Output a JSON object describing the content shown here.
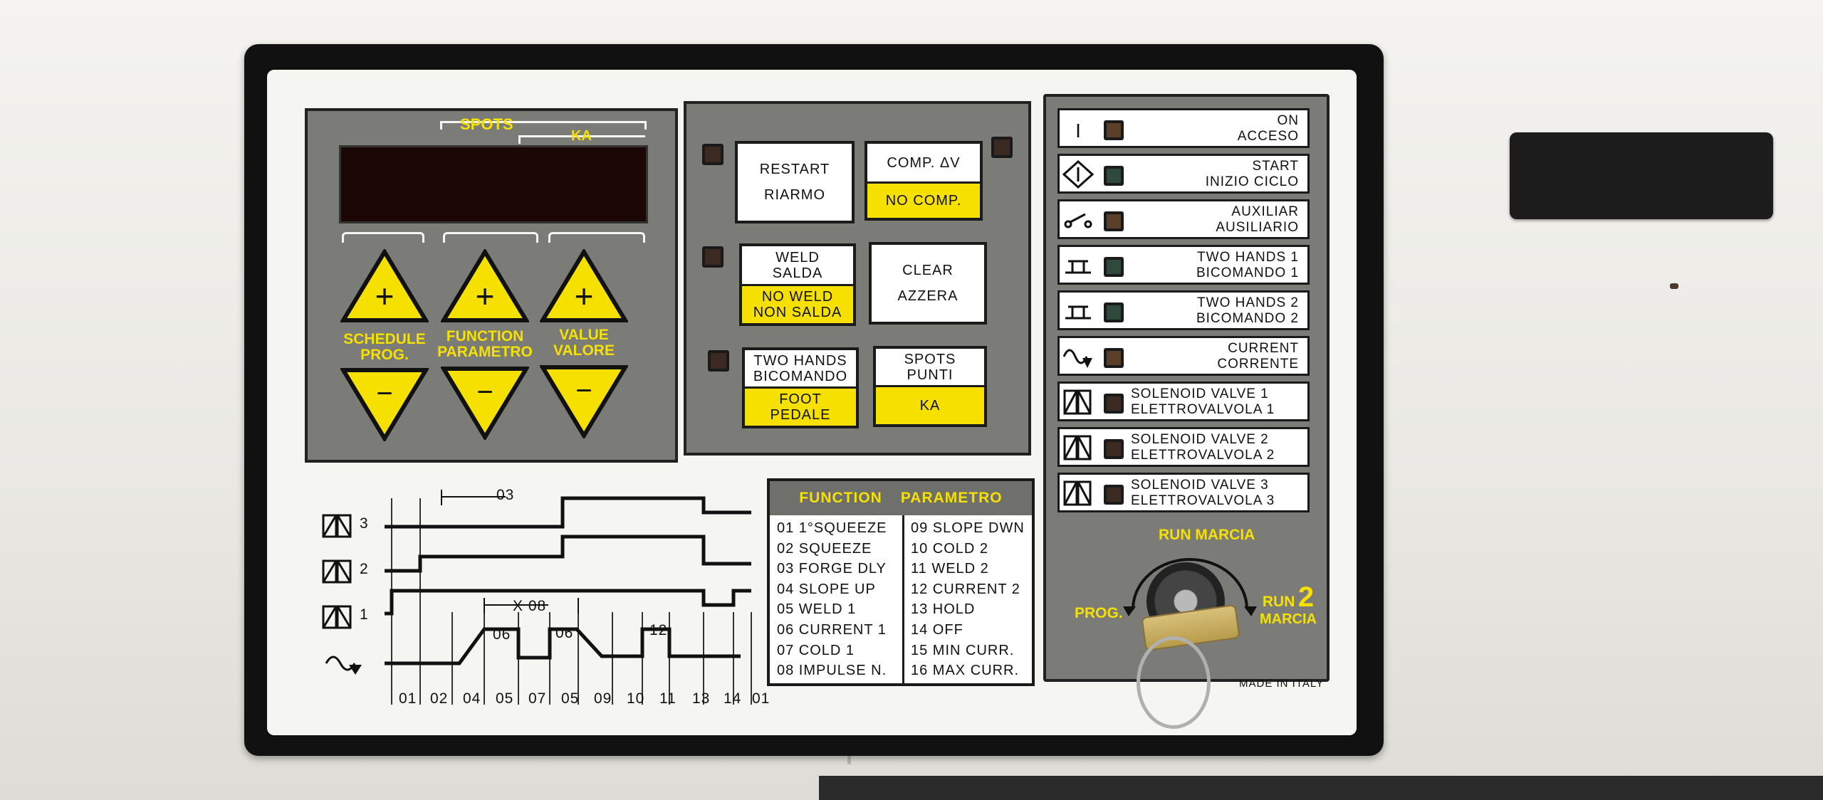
{
  "display": {
    "spots_label": "SPOTS",
    "ka_label": "KA",
    "buttons": [
      {
        "plus": "+",
        "minus": "−",
        "label_1": "SCHEDULE",
        "label_2": "PROG."
      },
      {
        "plus": "+",
        "minus": "−",
        "label_1": "FUNCTION",
        "label_2": "PARAMETRO"
      },
      {
        "plus": "+",
        "minus": "−",
        "label_1": "VALUE",
        "label_2": "VALORE"
      }
    ]
  },
  "keys": {
    "restart": {
      "line1": "RESTART",
      "line2": "RIARMO"
    },
    "comp": {
      "top": "COMP.  ΔV",
      "bottom": "NO  COMP."
    },
    "weld": {
      "top": "WELD\nSALDA",
      "bottom": "NO WELD\nNON SALDA"
    },
    "clear": {
      "line1": "CLEAR",
      "line2": "AZZERA"
    },
    "two_hands": {
      "top": "TWO HANDS\nBICOMANDO",
      "bottom": "FOOT\nPEDALE"
    },
    "spots": {
      "top": "SPOTS\nPUNTI",
      "bottom": "KA"
    }
  },
  "indicators": [
    {
      "symbol": "I",
      "line1": "ON",
      "line2": "ACCESO",
      "led_color": "#5a3f2a"
    },
    {
      "symbol": "start-diamond",
      "line1": "START",
      "line2": "INIZIO CICLO",
      "led_color": "#2f4a3a"
    },
    {
      "symbol": "aux-switch",
      "line1": "AUXILIAR",
      "line2": "AUSILIARIO",
      "led_color": "#5a3f2a"
    },
    {
      "symbol": "two-hands",
      "line1": "TWO HANDS 1",
      "line2": "BICOMANDO 1",
      "led_color": "#2f4a3a"
    },
    {
      "symbol": "two-hands",
      "line1": "TWO HANDS 2",
      "line2": "BICOMANDO 2",
      "led_color": "#2f4a3a"
    },
    {
      "symbol": "current-wave",
      "line1": "CURRENT",
      "line2": "CORRENTE",
      "led_color": "#5a3f2a"
    },
    {
      "symbol": "solenoid",
      "line1": "SOLENOID  VALVE 1",
      "line2": "ELETTROVALVOLA 1",
      "led_color": "#3a2a22"
    },
    {
      "symbol": "solenoid",
      "line1": "SOLENOID  VALVE 2",
      "line2": "ELETTROVALVOLA 2",
      "led_color": "#3a2a22"
    },
    {
      "symbol": "solenoid",
      "line1": "SOLENOID  VALVE 3",
      "line2": "ELETTROVALVOLA 3",
      "led_color": "#3a2a22"
    }
  ],
  "keyswitch": {
    "run_marcia": "RUN MARCIA",
    "prog": "PROG.",
    "run2_run": "RUN",
    "run2_num": "2",
    "run2_marcia": "MARCIA"
  },
  "waveform": {
    "valve_labels": [
      "3",
      "2",
      "1"
    ],
    "interval_label": "03",
    "repeat_label": "X  08",
    "pulse_labels": [
      "06",
      "06",
      "12"
    ],
    "axis_labels": [
      "01",
      "02",
      "04",
      "05",
      "07",
      "05",
      "09",
      "10",
      "11",
      "13",
      "14",
      "01"
    ]
  },
  "params": {
    "header_1": "FUNCTION",
    "header_2": "PARAMETRO",
    "left": [
      "01  1°SQUEEZE",
      "02  SQUEEZE",
      "03  FORGE DLY",
      "04  SLOPE UP",
      "05  WELD 1",
      "06  CURRENT 1",
      "07  COLD 1",
      "08  IMPULSE N."
    ],
    "right": [
      "09  SLOPE DWN",
      "10  COLD 2",
      "11  WELD 2",
      "12  CURRENT 2",
      "13  HOLD",
      "14  OFF",
      "15  MIN CURR.",
      "16  MAX CURR."
    ]
  },
  "footer": {
    "made_in": "MADE IN ITALY"
  },
  "colors": {
    "yellow": "#f5e000",
    "panel_gray": "#7b7b78",
    "bezel": "#111111"
  }
}
